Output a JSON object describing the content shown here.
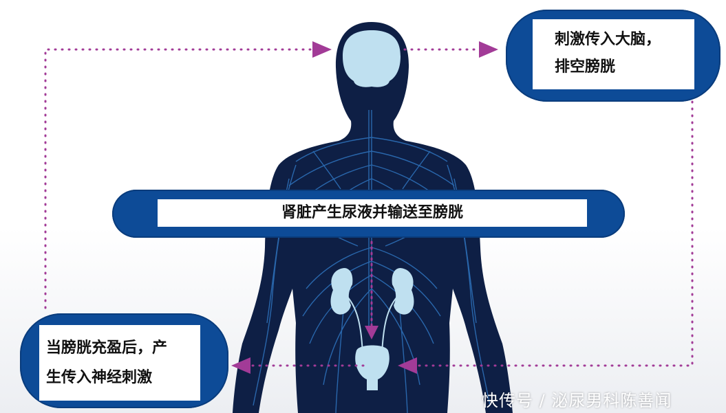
{
  "callouts": {
    "brain_line1": "刺激传入大脑，",
    "brain_line2": "排空膀胱",
    "kidney": "肾脏产生尿液并输送至膀胱",
    "bladder_line1": "当膀胱充盈后，产",
    "bladder_line2": "生传入神经刺激"
  },
  "watermark": "快传号 / 泌尿男科陈善闻",
  "colors": {
    "body_dark": "#0e1f45",
    "nerve_blue": "#2d6fb8",
    "organ_light": "#bfe0f0",
    "pill_blue": "#0d4b97",
    "arrow_purple": "#a23b97"
  }
}
